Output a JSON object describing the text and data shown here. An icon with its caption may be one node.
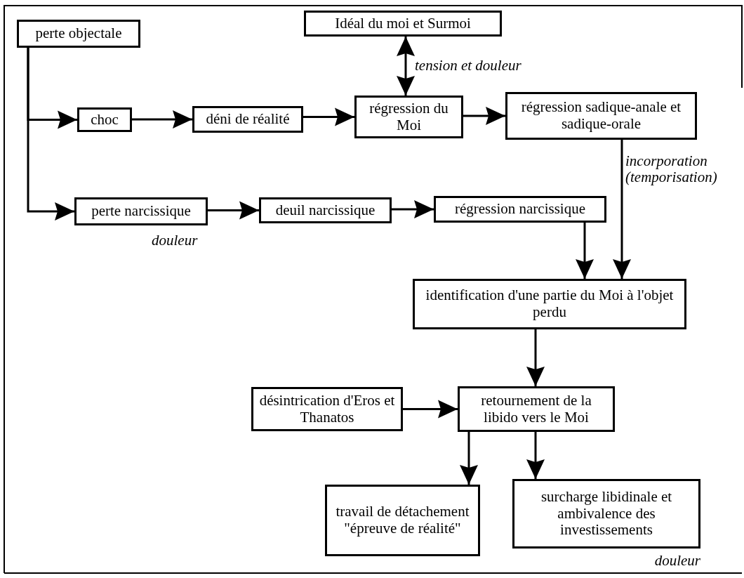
{
  "diagram": {
    "nodes": [
      {
        "text": [
          "perte objectale"
        ]
      },
      {
        "text": [
          "Idéal du moi et Surmoi"
        ]
      },
      {
        "text": [
          "choc"
        ]
      },
      {
        "text": [
          "déni de réalité"
        ]
      },
      {
        "text": [
          "régression du Moi"
        ]
      },
      {
        "text": [
          "régression sadique-anale et sadique-orale"
        ]
      },
      {
        "text": [
          "perte narcissique"
        ],
        "beside": [
          "douleur"
        ]
      },
      {
        "text": [
          "deuil narcissique"
        ]
      },
      {
        "text": [
          "régression narcissique"
        ]
      },
      {
        "text": [
          "identification d'une partie du Moi à l'objet perdu"
        ]
      },
      {
        "text": [
          "désintrication d'Eros et Thanatos"
        ]
      },
      {
        "text": [
          "retournement de la libido vers le Moi"
        ]
      },
      {
        "text": [
          "travail de détachement \"épreuve de réalité\""
        ]
      },
      {
        "text": [
          "surcharge libidinale et ambivalence des investissements"
        ],
        "beside": [
          "douleur"
        ]
      }
    ],
    "edges": [
      {
        "from": 0,
        "to": 2,
        "arrow": "to"
      },
      {
        "from": 0,
        "to": 6,
        "arrow": "to"
      },
      {
        "from": 2,
        "to": 3,
        "arrow": "to"
      },
      {
        "from": 3,
        "to": 4,
        "arrow": "to"
      },
      {
        "from": 1,
        "to": 4,
        "arrow": "both",
        "label": "tension et douleur"
      },
      {
        "from": 4,
        "to": 5,
        "arrow": "to"
      },
      {
        "from": 5,
        "to": 9,
        "arrow": "to",
        "label": "incorporation (temporisation)"
      },
      {
        "from": 6,
        "to": 7,
        "arrow": "to"
      },
      {
        "from": 7,
        "to": 8,
        "arrow": "to"
      },
      {
        "from": 8,
        "to": 9,
        "arrow": "to"
      },
      {
        "from": 9,
        "to": 11,
        "arrow": "to"
      },
      {
        "from": 10,
        "to": 11,
        "arrow": "to"
      },
      {
        "from": 11,
        "to": 12,
        "arrow": "to"
      },
      {
        "from": 11,
        "to": 13,
        "arrow": "to"
      }
    ]
  }
}
